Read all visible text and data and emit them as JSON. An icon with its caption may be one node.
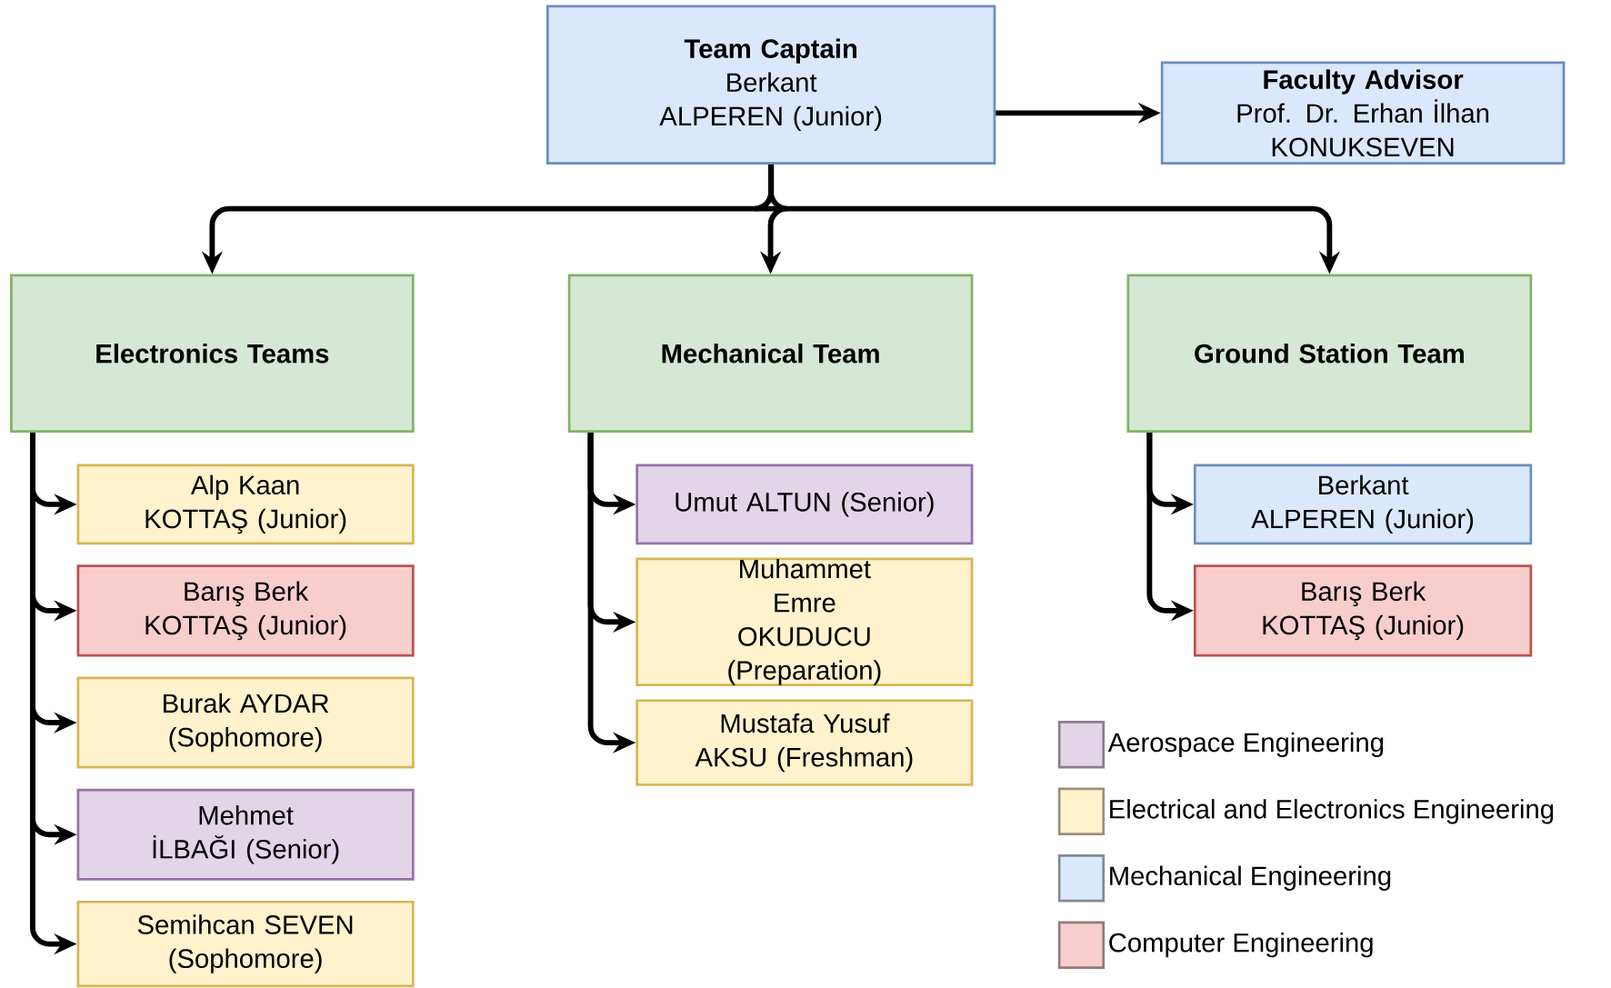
{
  "diagram": {
    "nodes": [
      {
        "text": [
          "Team Captain",
          "Berkant ALPEREN (Junior)"
        ]
      },
      {
        "text": [
          "Faculty Advisor",
          "Prof. Dr. Erhan İlhan KONUKSEVEN"
        ]
      },
      {
        "text": [
          "Electronics Teams"
        ]
      },
      {
        "text": [
          "Mechanical Team"
        ]
      },
      {
        "text": [
          "Ground Station Team"
        ]
      },
      {
        "text": [
          "Alp Kaan KOTTAŞ (Junior)"
        ]
      },
      {
        "text": [
          "Barış Berk KOTTAŞ (Junior)"
        ]
      },
      {
        "text": [
          "Burak AYDAR (Sophomore)"
        ]
      },
      {
        "text": [
          "Mehmet İLBAĞI (Senior)"
        ]
      },
      {
        "text": [
          "Semihcan SEVEN (Sophomore)"
        ]
      },
      {
        "text": [
          "Umut ALTUN (Senior)"
        ]
      },
      {
        "text": [
          "Muhammet Emre OKUDUCU (Preparation)"
        ]
      },
      {
        "text": [
          "Mustafa Yusuf AKSU (Freshman)"
        ]
      },
      {
        "text": [
          "Berkant ALPEREN (Junior)"
        ]
      },
      {
        "text": [
          "Barış Berk KOTTAŞ (Junior)"
        ]
      }
    ],
    "edges": [
      {
        "from": 0,
        "to": 1,
        "arrow": "to"
      },
      {
        "from": 0,
        "to": 2,
        "arrow": "to"
      },
      {
        "from": 0,
        "to": 3,
        "arrow": "to"
      },
      {
        "from": 0,
        "to": 4,
        "arrow": "to"
      },
      {
        "from": 2,
        "to": 5,
        "arrow": "to"
      },
      {
        "from": 2,
        "to": 6,
        "arrow": "to"
      },
      {
        "from": 2,
        "to": 7,
        "arrow": "to"
      },
      {
        "from": 2,
        "to": 8,
        "arrow": "to"
      },
      {
        "from": 2,
        "to": 9,
        "arrow": "to"
      },
      {
        "from": 3,
        "to": 10,
        "arrow": "to"
      },
      {
        "from": 3,
        "to": 11,
        "arrow": "to"
      },
      {
        "from": 3,
        "to": 12,
        "arrow": "to"
      },
      {
        "from": 4,
        "to": 13,
        "arrow": "to"
      },
      {
        "from": 4,
        "to": 14,
        "arrow": "to"
      }
    ],
    "legend": [
      {
        "text": "Aerospace Engineering",
        "color": "#e1d5e7"
      },
      {
        "text": "Electrical and Electronics Engineering",
        "color": "#fff2cc"
      },
      {
        "text": "Mechanical Engineering",
        "color": "#dae8fc"
      },
      {
        "text": "Computer Engineering",
        "color": "#f8cecc"
      }
    ]
  }
}
